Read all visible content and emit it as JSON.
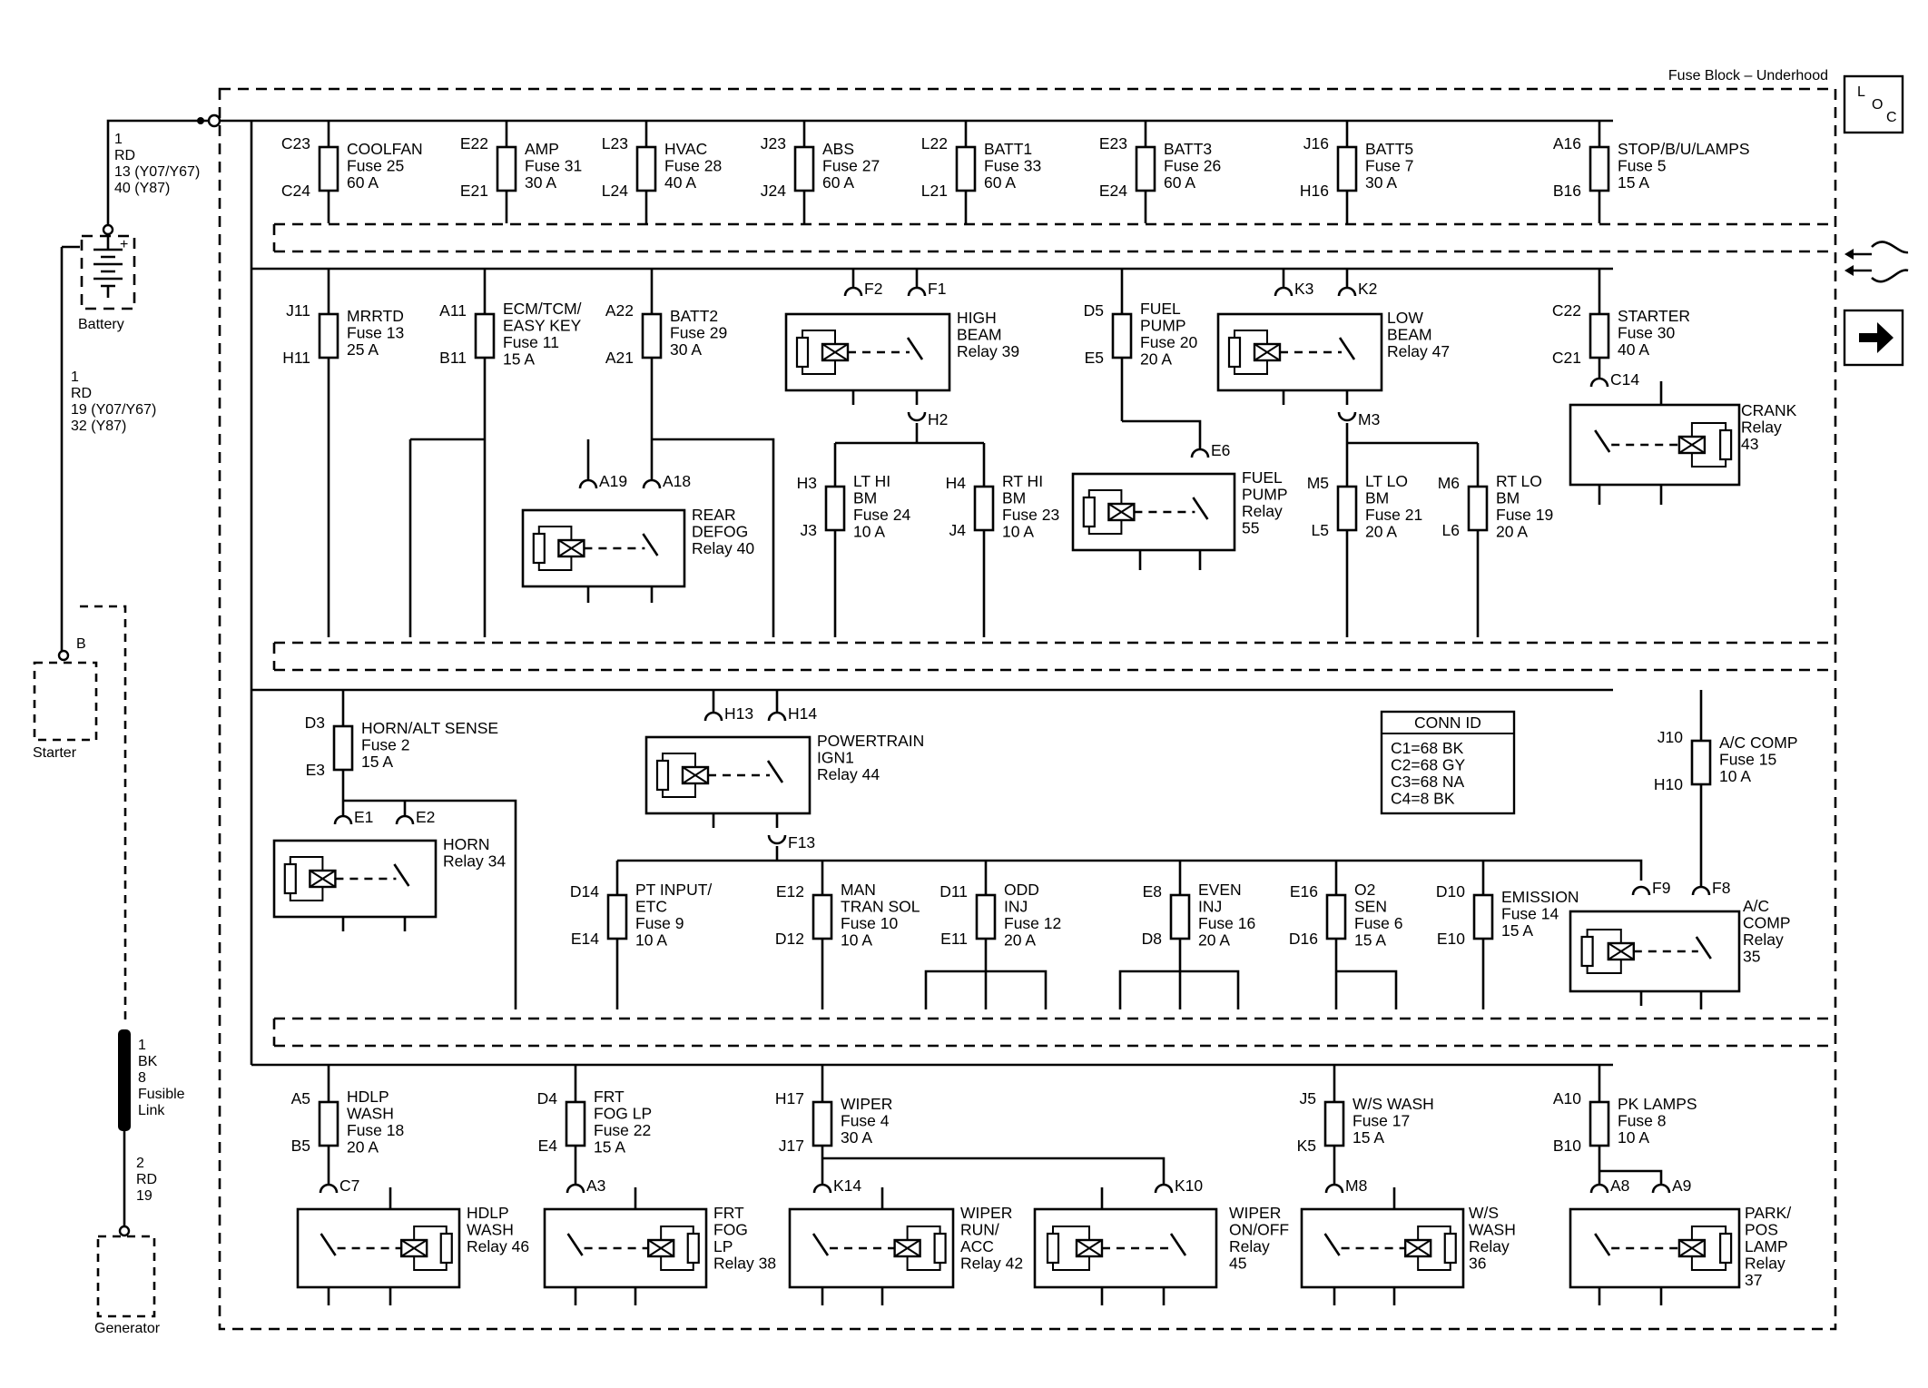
{
  "block_title": "Fuse Block – Underhood",
  "loc_icon": {
    "name": "loc-icon",
    "letters": [
      "L",
      "O",
      "C"
    ]
  },
  "nav_icons": [
    "connector-icon",
    "arrow-right-icon"
  ],
  "battery_label": "Battery",
  "starter_label": "Starter",
  "starter_pin": "B",
  "generator_label": "Generator",
  "fusible_link_label": [
    "Fusible",
    "Link"
  ],
  "wires": {
    "battery_top": [
      "1",
      "RD",
      "13 (Y07/Y67)",
      "40 (Y87)"
    ],
    "battery_bottom": [
      "1",
      "RD",
      "19 (Y07/Y67)",
      "32 (Y87)"
    ],
    "fusible_top": [
      "1",
      "BK",
      "8"
    ],
    "generator": [
      "2",
      "RD",
      "19"
    ]
  },
  "conn_id": {
    "title": "CONN ID",
    "rows": [
      "C1=68 BK",
      "C2=68 GY",
      "C3=68 NA",
      "C4=8 BK"
    ]
  },
  "fuses": [
    {
      "id": "coolfan",
      "top": "C23",
      "bottom": "C24",
      "lines": [
        "COOLFAN",
        "Fuse 25",
        "60 A"
      ]
    },
    {
      "id": "amp",
      "top": "E22",
      "bottom": "E21",
      "lines": [
        "AMP",
        "Fuse 31",
        "30 A"
      ]
    },
    {
      "id": "hvac",
      "top": "L23",
      "bottom": "L24",
      "lines": [
        "HVAC",
        "Fuse 28",
        "40 A"
      ]
    },
    {
      "id": "abs",
      "top": "J23",
      "bottom": "J24",
      "lines": [
        "ABS",
        "Fuse 27",
        "60 A"
      ]
    },
    {
      "id": "batt1",
      "top": "L22",
      "bottom": "L21",
      "lines": [
        "BATT1",
        "Fuse 33",
        "60 A"
      ]
    },
    {
      "id": "batt3",
      "top": "E23",
      "bottom": "E24",
      "lines": [
        "BATT3",
        "Fuse 26",
        "60 A"
      ]
    },
    {
      "id": "batt5",
      "top": "J16",
      "bottom": "H16",
      "lines": [
        "BATT5",
        "Fuse 7",
        "30 A"
      ]
    },
    {
      "id": "stop",
      "top": "A16",
      "bottom": "B16",
      "lines": [
        "STOP/B/U/LAMPS",
        "Fuse 5",
        "15 A"
      ]
    },
    {
      "id": "mrrtd",
      "top": "J11",
      "bottom": "H11",
      "lines": [
        "MRRTD",
        "Fuse 13",
        "25 A"
      ]
    },
    {
      "id": "ecm",
      "top": "A11",
      "bottom": "B11",
      "lines": [
        "ECM/TCM/",
        "EASY KEY",
        "Fuse 11",
        "15 A"
      ]
    },
    {
      "id": "batt2",
      "top": "A22",
      "bottom": "A21",
      "lines": [
        "BATT2",
        "Fuse 29",
        "30 A"
      ]
    },
    {
      "id": "fuelpump",
      "top": "D5",
      "bottom": "E5",
      "lines": [
        "FUEL",
        "PUMP",
        "Fuse 20",
        "20 A"
      ]
    },
    {
      "id": "starter",
      "top": "C22",
      "bottom": "C21",
      "lines": [
        "STARTER",
        "Fuse 30",
        "40 A"
      ]
    },
    {
      "id": "lthi",
      "top": "H3",
      "bottom": "J3",
      "lines": [
        "LT HI",
        "BM",
        "Fuse 24",
        "10 A"
      ]
    },
    {
      "id": "rthi",
      "top": "H4",
      "bottom": "J4",
      "lines": [
        "RT HI",
        "BM",
        "Fuse 23",
        "10 A"
      ]
    },
    {
      "id": "ltlo",
      "top": "M5",
      "bottom": "L5",
      "lines": [
        "LT LO",
        "BM",
        "Fuse 21",
        "20 A"
      ]
    },
    {
      "id": "rtlo",
      "top": "M6",
      "bottom": "L6",
      "lines": [
        "RT LO",
        "BM",
        "Fuse 19",
        "20 A"
      ]
    },
    {
      "id": "horn",
      "top": "D3",
      "bottom": "E3",
      "lines": [
        "HORN/ALT SENSE",
        "Fuse 2",
        "15 A"
      ]
    },
    {
      "id": "accomp",
      "top": "J10",
      "bottom": "H10",
      "lines": [
        "A/C COMP",
        "Fuse 15",
        "10 A"
      ]
    },
    {
      "id": "ptinput",
      "top": "D14",
      "bottom": "E14",
      "lines": [
        "PT INPUT/",
        "ETC",
        "Fuse 9",
        "10 A"
      ]
    },
    {
      "id": "mantran",
      "top": "E12",
      "bottom": "D12",
      "lines": [
        "MAN",
        "TRAN SOL",
        "Fuse 10",
        "10 A"
      ]
    },
    {
      "id": "oddinj",
      "top": "D11",
      "bottom": "E11",
      "lines": [
        "ODD",
        "INJ",
        "Fuse 12",
        "20 A"
      ]
    },
    {
      "id": "eveninj",
      "top": "E8",
      "bottom": "D8",
      "lines": [
        "EVEN",
        "INJ",
        "Fuse 16",
        "20 A"
      ]
    },
    {
      "id": "o2sen",
      "top": "E16",
      "bottom": "D16",
      "lines": [
        "O2",
        "SEN",
        "Fuse 6",
        "15 A"
      ]
    },
    {
      "id": "emission",
      "top": "D10",
      "bottom": "E10",
      "lines": [
        "EMISSION",
        "Fuse 14",
        "15 A"
      ]
    },
    {
      "id": "hdlpwash",
      "top": "A5",
      "bottom": "B5",
      "lines": [
        "HDLP",
        "WASH",
        "Fuse 18",
        "20 A"
      ]
    },
    {
      "id": "frtfog",
      "top": "D4",
      "bottom": "E4",
      "lines": [
        "FRT",
        "FOG LP",
        "Fuse 22",
        "15 A"
      ]
    },
    {
      "id": "wiper",
      "top": "H17",
      "bottom": "J17",
      "lines": [
        "WIPER",
        "Fuse 4",
        "30 A"
      ]
    },
    {
      "id": "wswash",
      "top": "J5",
      "bottom": "K5",
      "lines": [
        "W/S WASH",
        "Fuse 17",
        "15 A"
      ]
    },
    {
      "id": "pklamps",
      "top": "A10",
      "bottom": "B10",
      "lines": [
        "PK LAMPS",
        "Fuse 8",
        "10 A"
      ]
    }
  ],
  "relays": [
    {
      "id": "highbeam",
      "terms": [
        "F2",
        "F1",
        "H2"
      ],
      "lines": [
        "HIGH",
        "BEAM",
        "Relay 39"
      ]
    },
    {
      "id": "lowbeam",
      "terms": [
        "K3",
        "K2",
        "M3"
      ],
      "lines": [
        "LOW",
        "BEAM",
        "Relay 47"
      ]
    },
    {
      "id": "crank",
      "terms": [
        "C14"
      ],
      "lines": [
        "CRANK",
        "Relay",
        "43"
      ]
    },
    {
      "id": "reardefog",
      "terms": [
        "A19",
        "A18"
      ],
      "lines": [
        "REAR",
        "DEFOG",
        "Relay 40"
      ]
    },
    {
      "id": "fuelpumprelay",
      "terms": [
        "E6"
      ],
      "lines": [
        "FUEL",
        "PUMP",
        "Relay",
        "55"
      ]
    },
    {
      "id": "powertrain",
      "terms": [
        "H13",
        "H14",
        "F13"
      ],
      "lines": [
        "POWERTRAIN",
        "IGN1",
        "Relay 44"
      ]
    },
    {
      "id": "hornrelay",
      "terms": [
        "E1",
        "E2"
      ],
      "lines": [
        "HORN",
        "Relay 34"
      ]
    },
    {
      "id": "acrelay",
      "terms": [
        "F9",
        "F8"
      ],
      "lines": [
        "A/C",
        "COMP",
        "Relay",
        "35"
      ]
    },
    {
      "id": "hdlprelay",
      "terms": [
        "C7"
      ],
      "lines": [
        "HDLP",
        "WASH",
        "Relay 46"
      ]
    },
    {
      "id": "fogrelay",
      "terms": [
        "A3"
      ],
      "lines": [
        "FRT",
        "FOG",
        "LP",
        "Relay 38"
      ]
    },
    {
      "id": "wiperrun",
      "terms": [
        "K14"
      ],
      "lines": [
        "WIPER",
        "RUN/",
        "ACC",
        "Relay 42"
      ]
    },
    {
      "id": "wiperonoff",
      "terms": [
        "K10"
      ],
      "lines": [
        "WIPER",
        "ON/OFF",
        "Relay",
        "45"
      ]
    },
    {
      "id": "wswashrelay",
      "terms": [
        "M8"
      ],
      "lines": [
        "W/S",
        "WASH",
        "Relay",
        "36"
      ]
    },
    {
      "id": "parkrelay",
      "terms": [
        "A8",
        "A9"
      ],
      "lines": [
        "PARK/",
        "POS",
        "LAMP",
        "Relay",
        "37"
      ]
    }
  ]
}
